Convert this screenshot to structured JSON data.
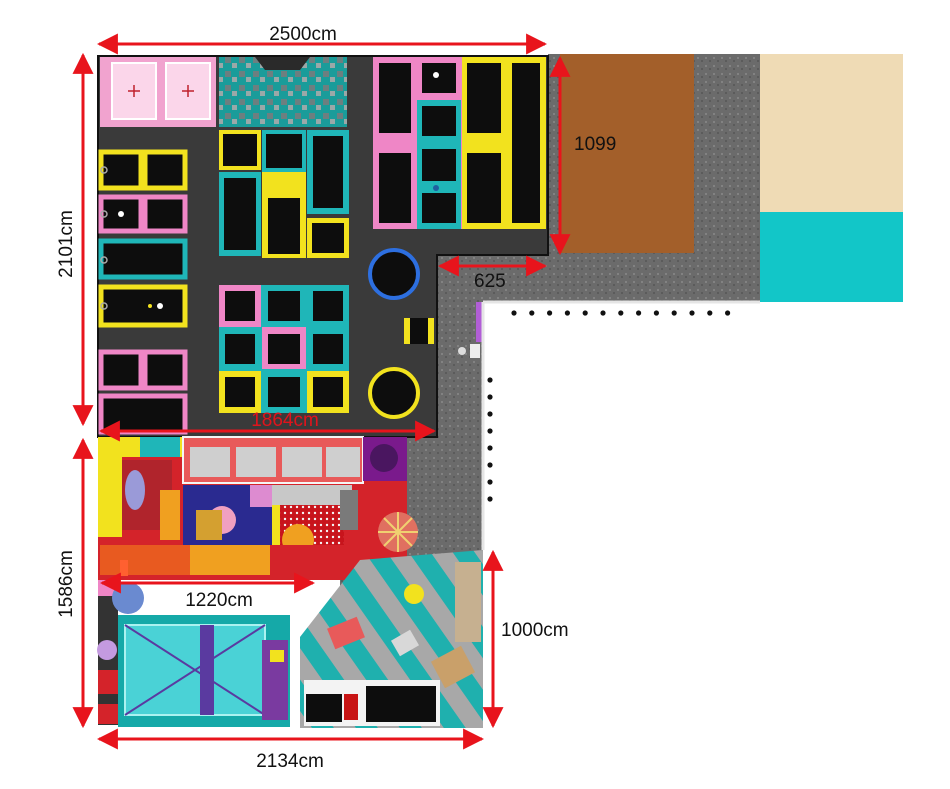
{
  "dimensions": {
    "top_width": "2500cm",
    "left_upper_height": "2101cm",
    "right_upper_height": "1099",
    "notch_width": "625",
    "inner_width": "1864cm",
    "left_lower_height": "1586cm",
    "softplay_width": "1220cm",
    "right_lower_height": "1000cm",
    "bottom_width": "2134cm"
  },
  "colors": {
    "dimension_line": "#e8141c",
    "floor_dark": "#3a3a3a",
    "floor_gravel": "#6e6e6e",
    "wood": "#a35f2a",
    "sand": "#efdbb5",
    "teal": "#12c6c8",
    "pink": "#ef86c6",
    "yellow": "#f2e21e",
    "cyan": "#1fb6b8",
    "trampoline": "#0d0d0d"
  }
}
